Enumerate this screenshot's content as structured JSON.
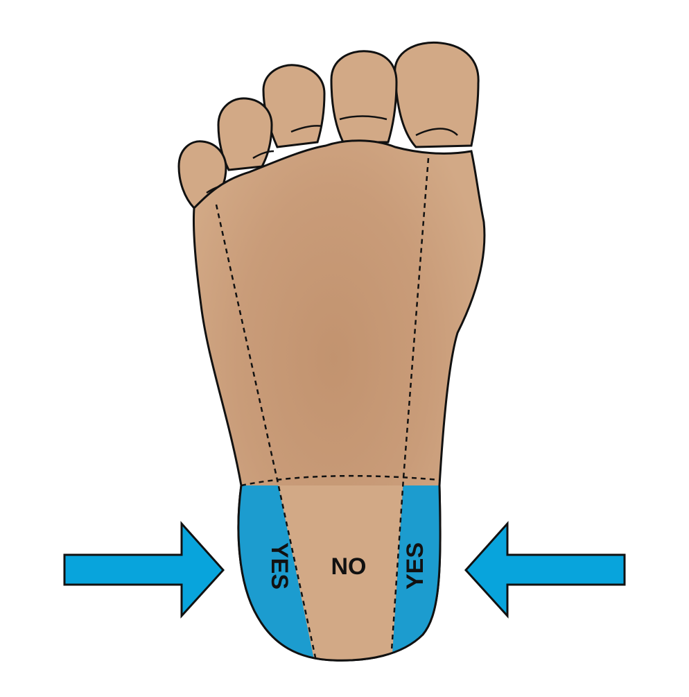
{
  "labels": {
    "left_zone": "YES",
    "center_zone": "NO",
    "right_zone": "YES"
  },
  "colors": {
    "skin": "#d2a986",
    "skin_dark": "#c2936f",
    "outline": "#111111",
    "zone_yes": "#1c9ccf",
    "arrow": "#08a4dc"
  },
  "icons": {
    "left_arrow": "arrow-right-icon",
    "right_arrow": "arrow-left-icon"
  }
}
